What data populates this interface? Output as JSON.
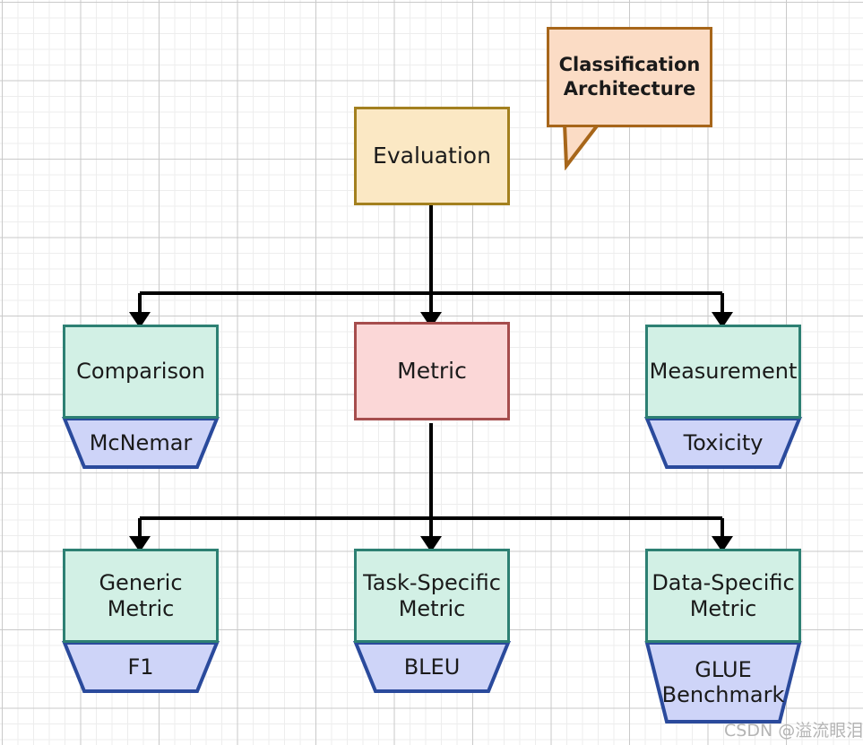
{
  "diagram": {
    "title_bubble": {
      "line1": "Classification",
      "line2": "Architecture",
      "fill": "#fbdcc5",
      "stroke": "#a7661a"
    },
    "root": {
      "label": "Evaluation",
      "fill": "#fbe8c4",
      "stroke": "#a3801f"
    },
    "level1": [
      {
        "label": "Comparison",
        "example": "McNemar",
        "fill": "#d2f0e5",
        "stroke": "#2d8073",
        "example_fill": "#ced4f8",
        "example_stroke": "#2a4a9c"
      },
      {
        "label": "Metric",
        "example": null,
        "fill": "#fbd7d7",
        "stroke": "#a64d4d"
      },
      {
        "label": "Measurement",
        "example": "Toxicity",
        "fill": "#d2f0e5",
        "stroke": "#2d8073",
        "example_fill": "#ced4f8",
        "example_stroke": "#2a4a9c"
      }
    ],
    "level2": [
      {
        "label_line1": "Generic",
        "label_line2": "Metric",
        "example": "F1",
        "fill": "#d2f0e5",
        "stroke": "#2d8073",
        "example_fill": "#ced4f8",
        "example_stroke": "#2a4a9c"
      },
      {
        "label_line1": "Task-Specific",
        "label_line2": "Metric",
        "example": "BLEU",
        "fill": "#d2f0e5",
        "stroke": "#2d8073",
        "example_fill": "#ced4f8",
        "example_stroke": "#2a4a9c"
      },
      {
        "label_line1": "Data-Specific",
        "label_line2": "Metric",
        "example_line1": "GLUE",
        "example_line2": "Benchmark",
        "fill": "#d2f0e5",
        "stroke": "#2d8073",
        "example_fill": "#ced4f8",
        "example_stroke": "#2a4a9c"
      }
    ],
    "connector_color": "#000000",
    "watermark": "CSDN @溢流眼泪"
  }
}
